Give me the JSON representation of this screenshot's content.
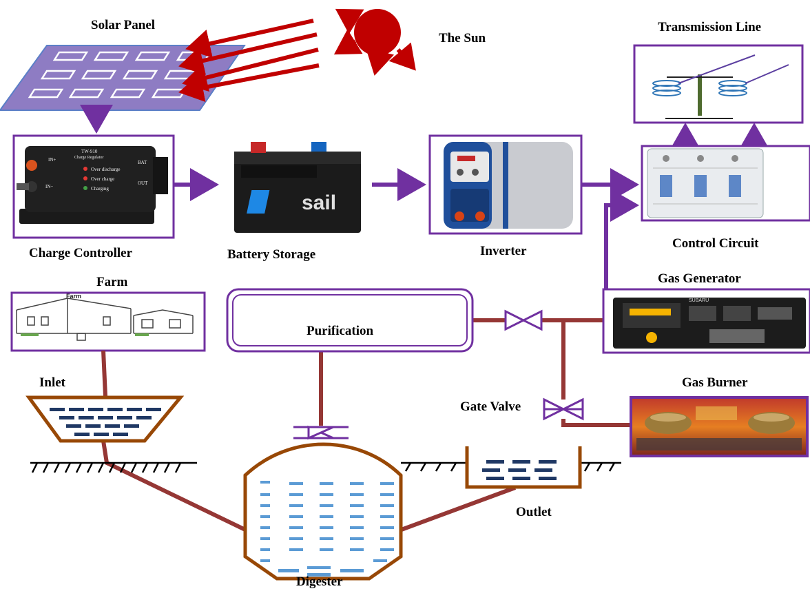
{
  "labels": {
    "solar_panel": "Solar Panel",
    "sun": "The Sun",
    "transmission_line": "Transmission Line",
    "charge_controller": "Charge Controller",
    "battery_storage": "Battery Storage",
    "inverter": "Inverter",
    "control_circuit": "Control Circuit",
    "farm": "Farm",
    "gas_generator": "Gas Generator",
    "purification": "Purification",
    "gas_burner": "Gas Burner",
    "inlet": "Inlet",
    "gate_valve": "Gate Valve",
    "outlet": "Outlet",
    "digester": "Digester"
  },
  "device_text": {
    "charge_controller": {
      "model": "TW-910",
      "subtitle": "Charge Regulator",
      "in_plus": "IN+",
      "in_minus": "IN−",
      "bat": "BAT",
      "out": "OUT",
      "over_discharge": "Over discharge",
      "over_charge": "Over charge",
      "charging": "Charging"
    },
    "battery_brand": "sail",
    "farm_sketch_label": "Farm",
    "gas_generator_brand": "SUBARU"
  },
  "colors": {
    "purple": "#7030a0",
    "pipe": "#953735",
    "sun": "#c00000",
    "ray": "#c00000",
    "water_dark": "#1f3864",
    "water_light": "#5b9bd5",
    "tank_brown": "#984806",
    "panel": "#8e7cc3"
  }
}
